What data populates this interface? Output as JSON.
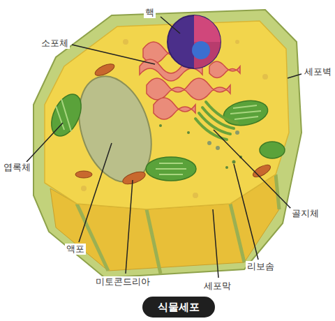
{
  "diagram": {
    "caption": "식물세포",
    "labels": [
      "핵",
      "소포체",
      "세포벽",
      "엽록체",
      "골지체",
      "액포",
      "미토콘드리아",
      "세포막",
      "리보솜"
    ]
  }
}
